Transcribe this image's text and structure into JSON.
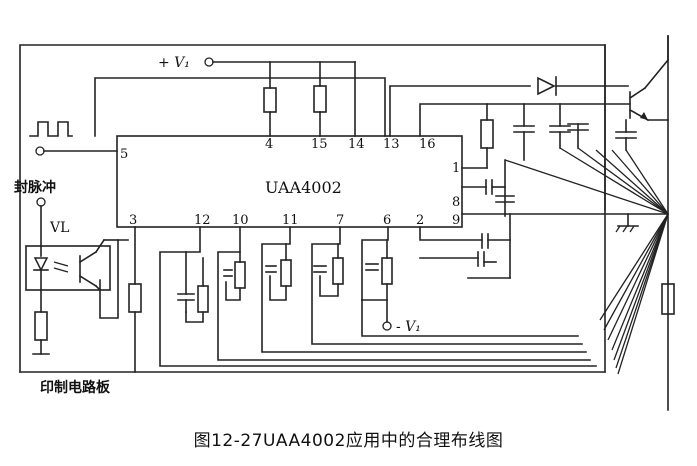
{
  "caption": "图12-27UAA4002应用中的合理布线图",
  "chip_label": "UAA4002",
  "supply_pos_label": "+ V₁",
  "supply_neg_label": "- V₁",
  "block_pulse_label": "封脉冲",
  "optocoupler_label": "VL",
  "pcb_label": "印制电路板",
  "pins": {
    "p5": "5",
    "p4": "4",
    "p15": "15",
    "p14": "14",
    "p13": "13",
    "p16": "16",
    "p1": "1",
    "p8": "8",
    "p9": "9",
    "p3": "3",
    "p12": "12",
    "p10": "10",
    "p11": "11",
    "p7": "7",
    "p6": "6",
    "p2": "2"
  }
}
